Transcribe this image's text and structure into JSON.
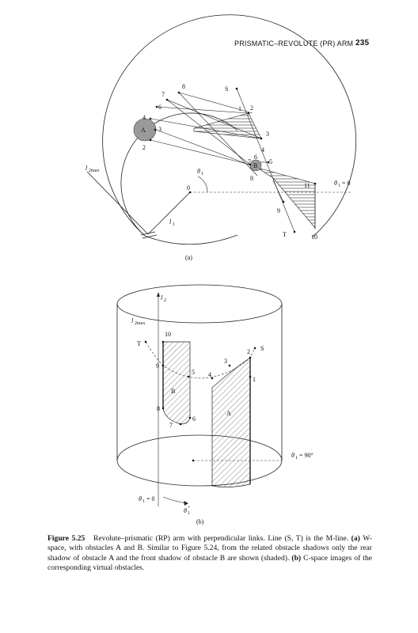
{
  "header": {
    "running_title": "PRISMATIC–REVOLUTE (PR) ARM",
    "page_number": "235"
  },
  "figure_a": {
    "panel_label": "(a)",
    "labels": {
      "S": "S",
      "T": "T",
      "A": "A",
      "B": "B",
      "O": "0",
      "l2max": "l",
      "l2max_sub": "2max",
      "l1": "l",
      "l1_sub": "1",
      "theta1": "θ",
      "theta1_sub": "1",
      "theta_zero": "θ",
      "theta_zero_sub": "1",
      "theta_zero_eq": "= 0"
    },
    "points": [
      "1",
      "2",
      "3",
      "4",
      "5",
      "6",
      "7",
      "8",
      "9",
      "10",
      "11"
    ],
    "obstacle_points_A": [
      "2",
      "3",
      "4",
      "6",
      "7",
      "8"
    ],
    "obstacle_points_B": [
      "5",
      "6",
      "7",
      "8"
    ]
  },
  "figure_b": {
    "panel_label": "(b)",
    "labels": {
      "l2": "l",
      "l2_sub": "2",
      "l2max": "l",
      "l2max_sub": "2max",
      "T": "T",
      "S": "S",
      "A": "A",
      "B": "B",
      "theta_zero": "θ",
      "theta_zero_sub": "1",
      "theta_zero_eq": "= 0",
      "theta90": "θ",
      "theta90_sub": "1",
      "theta90_eq": "= 90°",
      "theta_plus": "θ",
      "theta_plus_sub": "1",
      "theta_plus_sup": "+"
    },
    "points": [
      "10",
      "9",
      "5",
      "4",
      "3",
      "2",
      "1",
      "8",
      "6",
      "7"
    ]
  },
  "caption": {
    "figure_label": "Figure 5.25",
    "text_1": "Revolute–prismatic (RP) arm with perpendicular links. Line (S, T) is the M-line.",
    "label_a": "(a)",
    "text_2": "W-space, with obstacles A and B. Similar to Figure 5.24, from the related obstacle shadows only the rear shadow of obstacle A and the front shadow of obstacle B are shown (shaded).",
    "label_b": "(b)",
    "text_3": "C-space images of the corresponding virtual obstacles."
  }
}
